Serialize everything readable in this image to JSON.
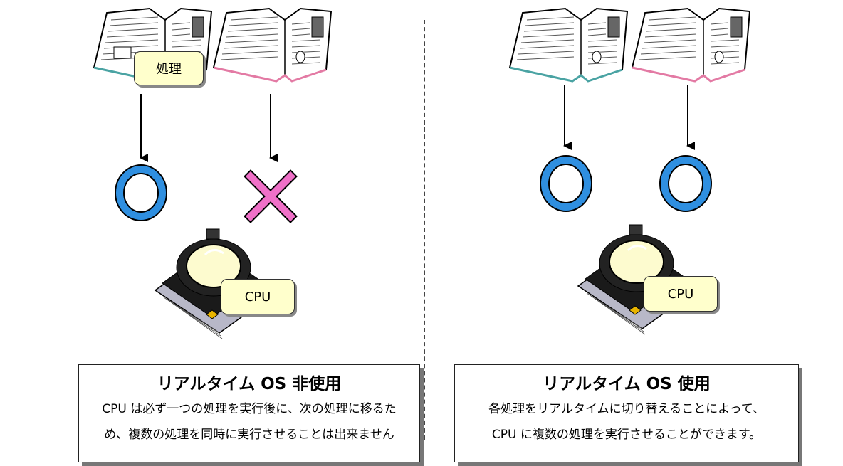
{
  "left_panel": {
    "book_label": "処理",
    "cpu_label": "CPU",
    "caption_title": "リアルタイム OS 非使用",
    "caption_line1": "CPU は必ず一つの処理を実行後に、次の処理に移るた",
    "caption_line2": "め、複数の処理を同時に実行させることは出来ません",
    "marks": [
      "circle",
      "cross"
    ]
  },
  "right_panel": {
    "cpu_label": "CPU",
    "caption_title": "リアルタイム OS 使用",
    "caption_line1": "各処理をリアルタイムに切り替えることによって、",
    "caption_line2": "CPU に複数の処理を実行させることができます。",
    "marks": [
      "circle",
      "circle"
    ]
  },
  "colors": {
    "circle": "#2f8fe0",
    "cross": "#f070c8",
    "label_fill": "#ffffcc",
    "book_edge_teal": "#4aa3a3",
    "book_edge_pink": "#e37aa4"
  }
}
